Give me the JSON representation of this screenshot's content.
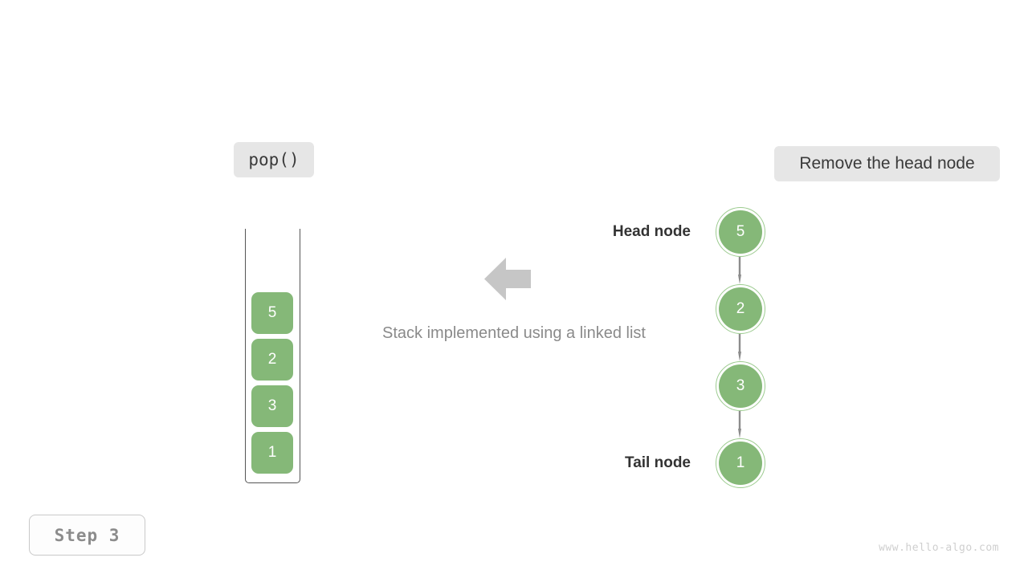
{
  "operation_badge": {
    "label": "pop()"
  },
  "action_badge": {
    "label": "Remove the head node"
  },
  "step_badge": {
    "label": "Step 3"
  },
  "watermark": {
    "text": "www.hello-algo.com"
  },
  "diagram": {
    "caption": "Stack implemented using a linked list",
    "flow_arrow_direction": "left",
    "colors": {
      "node_fill": "#85b878",
      "node_ring": "#9ccb8f",
      "node_text": "#ffffff",
      "arrow_gray": "#8c8c8c",
      "flow_arrow_gray": "#c6c6c6",
      "badge_bg": "#e6e6e6",
      "caption_text": "#8a8a8a",
      "label_text": "#333333",
      "container_border": "#555555"
    }
  },
  "stack": {
    "name": "stack-container",
    "cells": [
      {
        "value": "5"
      },
      {
        "value": "2"
      },
      {
        "value": "3"
      },
      {
        "value": "1"
      }
    ]
  },
  "linked_list": {
    "head_label": "Head node",
    "tail_label": "Tail node",
    "nodes": [
      {
        "value": "5",
        "role": "head"
      },
      {
        "value": "2",
        "role": "middle"
      },
      {
        "value": "3",
        "role": "middle"
      },
      {
        "value": "1",
        "role": "tail"
      }
    ]
  }
}
